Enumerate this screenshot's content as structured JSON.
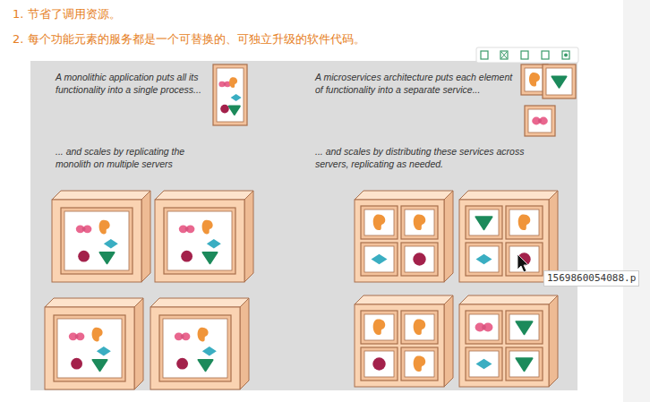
{
  "diagram": {
    "labels": [
      "1. 节省了调用资源。",
      "2. 每个功能元素的服务都是一个可替换的、可独立升级的软件代码。",
      "A monolithic application puts all its functionality into a single process...",
      "... and scales by replicating the monolith on multiple servers",
      "A microservices architecture puts each element of functionality into a separate service...",
      "... and scales by distributing these services across servers, replicating as needed.",
      "1569860054088.p"
    ]
  }
}
